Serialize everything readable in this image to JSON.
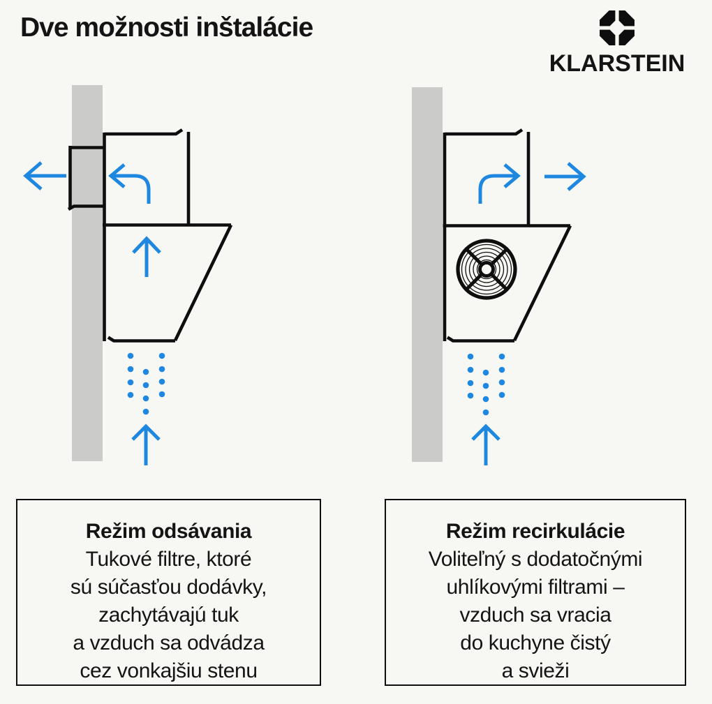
{
  "header": {
    "title": "Dve možnosti inštalácie",
    "brand": "KLARSTEIN",
    "logo_icon": "klarstein-octagon-logo"
  },
  "colors": {
    "background": "#f7f7f4",
    "line": "#0e0e0e",
    "wall": "#cbcbc9",
    "accent": "#1e88e0",
    "text": "#141414"
  },
  "diagrams": [
    {
      "id": "extraction",
      "icons": [
        "arrow-left-icon",
        "curved-arrow-left-icon",
        "arrow-up-icon",
        "airflow-dots",
        "intake-arrow-up-icon"
      ]
    },
    {
      "id": "recirculation",
      "icons": [
        "curved-arrow-right-icon",
        "arrow-right-icon",
        "fan-icon",
        "airflow-dots",
        "intake-arrow-up-icon"
      ]
    }
  ],
  "panels": [
    {
      "title": "Režim odsávania",
      "lines": [
        "Tukové filtre, ktoré",
        "sú súčasťou dodávky,",
        "zachytávajú tuk",
        "a vzduch sa odvádza",
        "cez vonkajšiu stenu"
      ]
    },
    {
      "title": "Režim recirkulácie",
      "lines": [
        "Voliteľný s dodatočnými",
        "uhlíkovými filtrami –",
        "vzduch sa vracia",
        "do kuchyne čistý",
        "a svieži"
      ]
    }
  ]
}
